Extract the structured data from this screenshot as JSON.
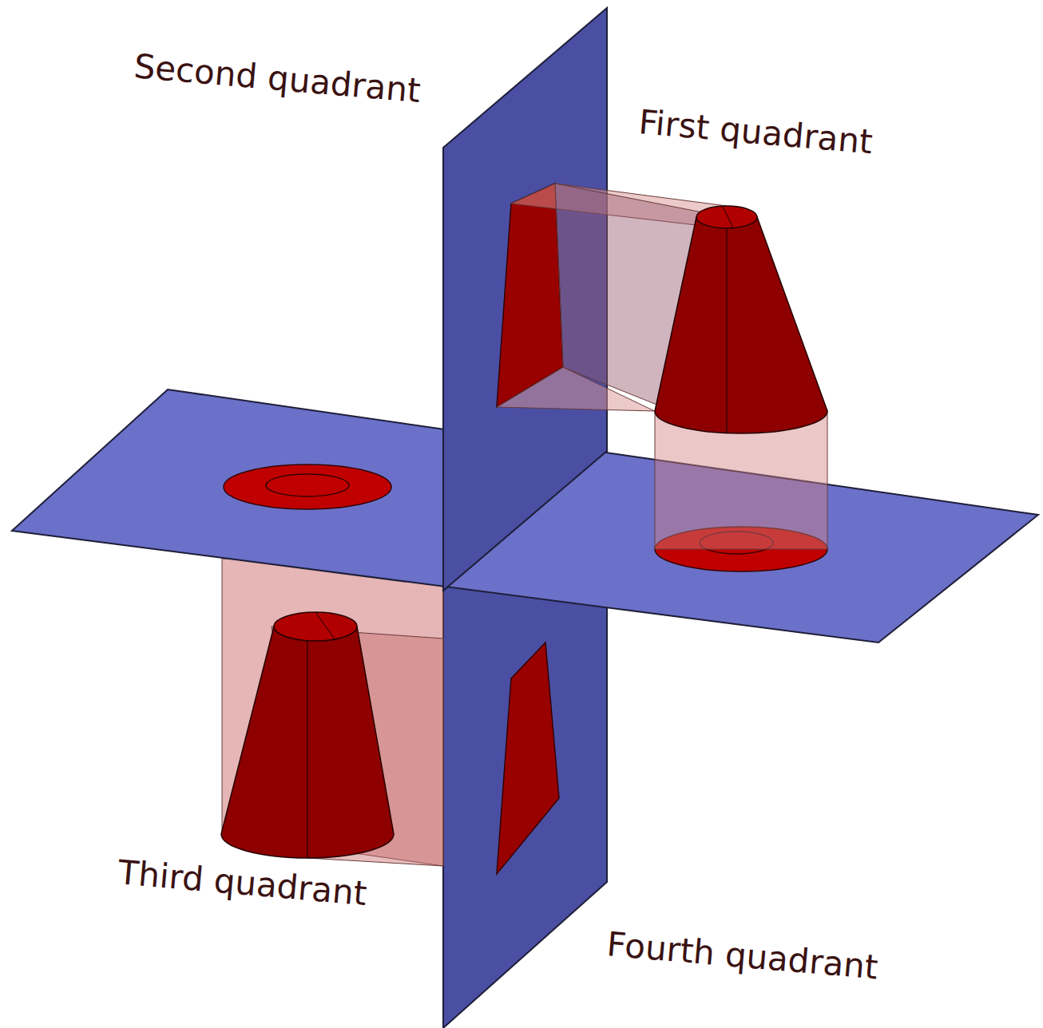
{
  "diagram": {
    "labels": [
      "Second quadrant",
      "First quadrant",
      "Third quadrant",
      "Fourth quadrant"
    ]
  }
}
